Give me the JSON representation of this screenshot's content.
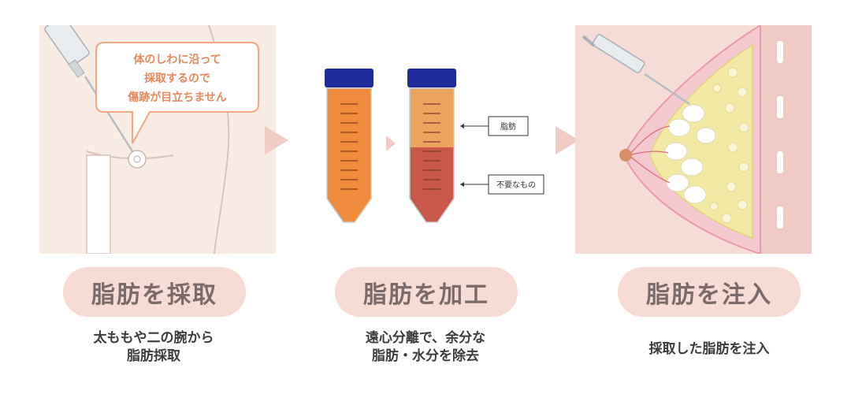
{
  "step1": {
    "bubble_lines": [
      "体のしわに沿って",
      "採取するので",
      "傷跡が目立ちません"
    ],
    "title": "脂肪を採取",
    "desc_lines": [
      "太ももや二の腕から",
      "脂肪採取"
    ]
  },
  "step2": {
    "label_fat": "脂肪",
    "label_waste": "不要なもの",
    "title": "脂肪を加工",
    "desc_lines": [
      "遠心分離で、余分な",
      "脂肪・水分を除去"
    ]
  },
  "step3": {
    "title": "脂肪を注入",
    "desc_lines": [
      "採取した脂肪を注入"
    ]
  },
  "colors": {
    "pill_bg": "#f6dcd5",
    "pill_text": "#7a6a6a",
    "bubble_border": "#f0a882",
    "bubble_text": "#e6895e",
    "cap_blue": "#1f2d9a",
    "tube_orange": "#f08a3c",
    "fat_layer": "#eba35e",
    "waste_layer": "#c9574a"
  }
}
